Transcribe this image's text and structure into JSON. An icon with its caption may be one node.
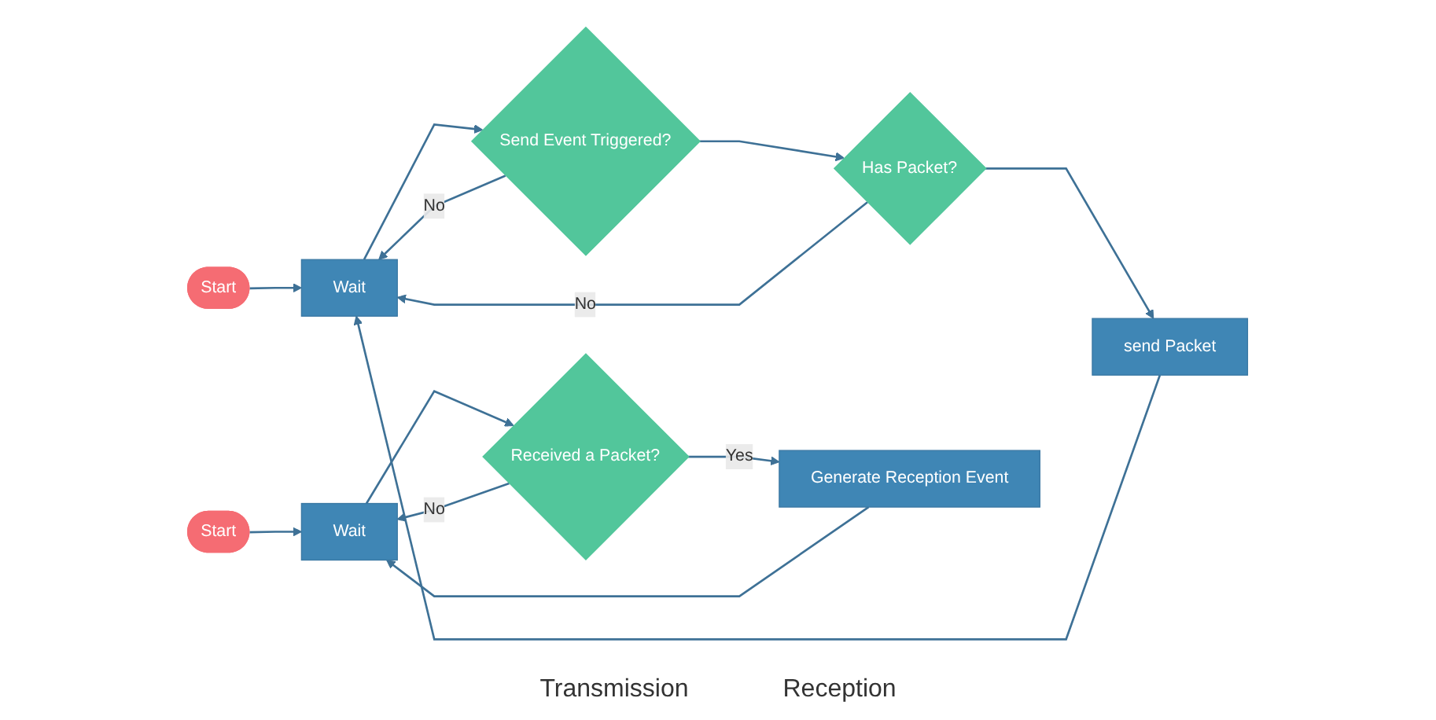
{
  "diagram": {
    "nodes": [
      {
        "text": [
          "Start"
        ]
      },
      {
        "text": [
          "Wait"
        ]
      },
      {
        "text": [
          "Send Event Triggered?"
        ]
      },
      {
        "text": [
          "Has Packet?"
        ]
      },
      {
        "text": [
          "send Packet"
        ]
      },
      {
        "text": [
          "Start"
        ]
      },
      {
        "text": [
          "Wait"
        ]
      },
      {
        "text": [
          "Received a Packet?"
        ]
      },
      {
        "text": [
          "Generate Reception Event"
        ]
      }
    ],
    "edges": [
      {
        "from": 0,
        "to": 1,
        "arrow": "to"
      },
      {
        "from": 1,
        "to": 2,
        "arrow": "to"
      },
      {
        "from": 2,
        "to": 3,
        "arrow": "to"
      },
      {
        "from": 3,
        "to": 4,
        "arrow": "to"
      },
      {
        "from": 2,
        "to": 1,
        "arrow": "to",
        "label": "No"
      },
      {
        "from": 3,
        "to": 1,
        "arrow": "to",
        "label": "No"
      },
      {
        "from": 4,
        "to": 1,
        "arrow": "to"
      },
      {
        "from": 5,
        "to": 6,
        "arrow": "to"
      },
      {
        "from": 6,
        "to": 7,
        "arrow": "to"
      },
      {
        "from": 7,
        "to": 8,
        "arrow": "to",
        "label": "Yes"
      },
      {
        "from": 7,
        "to": 6,
        "arrow": "to",
        "label": "No"
      },
      {
        "from": 8,
        "to": 6,
        "arrow": "to"
      }
    ],
    "labels": [
      "Transmission",
      "Reception"
    ]
  }
}
